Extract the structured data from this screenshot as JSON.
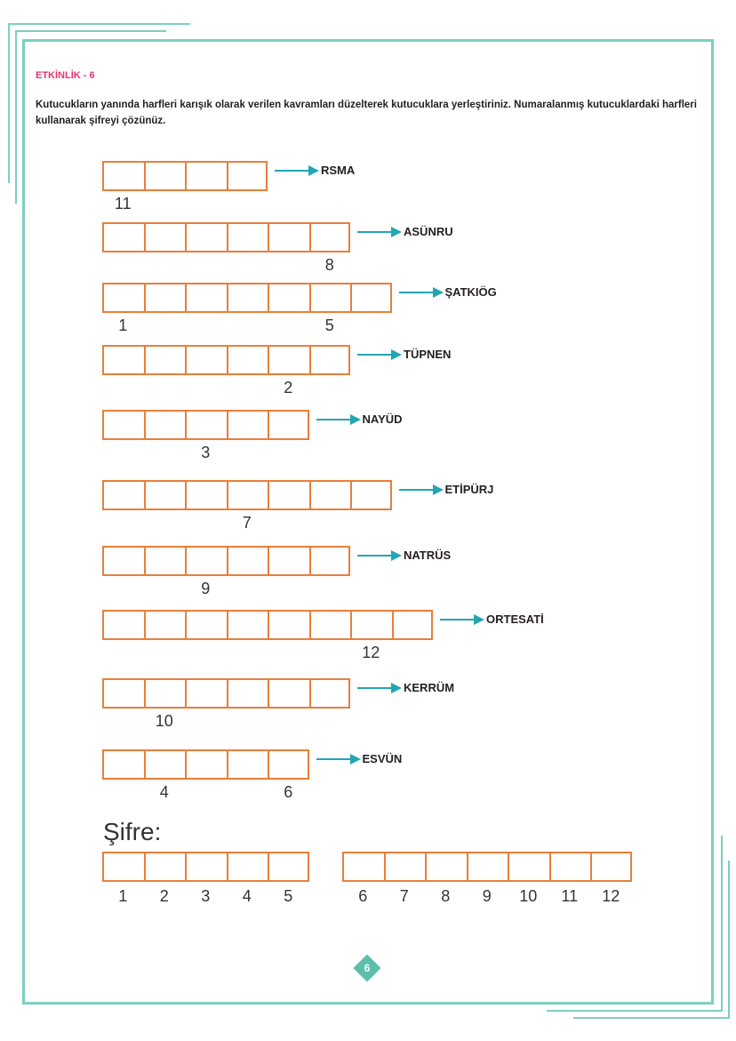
{
  "activity_title": "ETKİNLİK - 6",
  "instructions": "Kutucukların yanında harfleri karışık olarak verilen kavramları düzelterek kutucuklara yerleştiriniz. Numaralanmış kutucuklardaki harfleri kullanarak şifreyi çözünüz.",
  "puzzles": [
    {
      "letters": 4,
      "word": "RSMA",
      "numbers": [
        {
          "box": 1,
          "n": "11"
        }
      ]
    },
    {
      "letters": 6,
      "word": "ASÜNRU",
      "numbers": [
        {
          "box": 6,
          "n": "8"
        }
      ]
    },
    {
      "letters": 7,
      "word": "ŞATKIÖG",
      "numbers": [
        {
          "box": 1,
          "n": "1"
        },
        {
          "box": 6,
          "n": "5"
        }
      ]
    },
    {
      "letters": 6,
      "word": "TÜPNEN",
      "numbers": [
        {
          "box": 5,
          "n": "2"
        }
      ]
    },
    {
      "letters": 5,
      "word": "NAYÜD",
      "numbers": [
        {
          "box": 3,
          "n": "3"
        }
      ]
    },
    {
      "letters": 7,
      "word": "ETİPÜRJ",
      "numbers": [
        {
          "box": 4,
          "n": "7"
        }
      ]
    },
    {
      "letters": 6,
      "word": "NATRÜS",
      "numbers": [
        {
          "box": 3,
          "n": "9"
        }
      ]
    },
    {
      "letters": 8,
      "word": "ORTESATİ",
      "numbers": [
        {
          "box": 7,
          "n": "12"
        }
      ]
    },
    {
      "letters": 6,
      "word": "KERRÜM",
      "numbers": [
        {
          "box": 2,
          "n": "10"
        }
      ]
    },
    {
      "letters": 5,
      "word": "ESVÜN",
      "numbers": [
        {
          "box": 2,
          "n": "4"
        },
        {
          "box": 5,
          "n": "6"
        }
      ]
    }
  ],
  "code_label": "Şifre:",
  "code_groups": [
    {
      "numbers": [
        "1",
        "2",
        "3",
        "4",
        "5"
      ]
    },
    {
      "numbers": [
        "6",
        "7",
        "8",
        "9",
        "10",
        "11",
        "12"
      ]
    }
  ],
  "page_number": "6",
  "colors": {
    "frame": "#7ccfc0",
    "box_border": "#e87f3a",
    "arrow": "#23a5b4",
    "title": "#e6336f",
    "badge": "#5dbfa9"
  }
}
